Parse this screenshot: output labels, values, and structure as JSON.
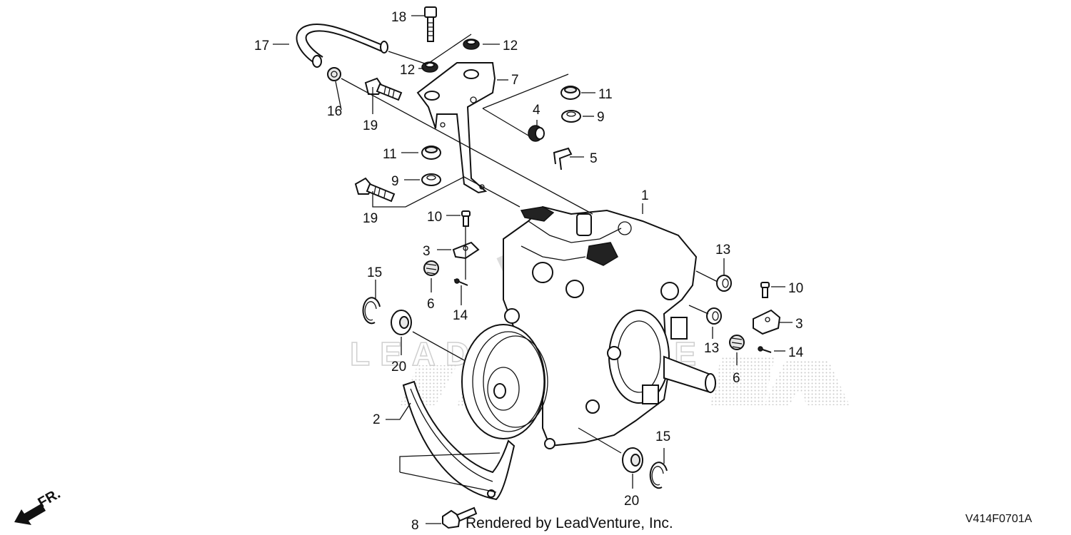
{
  "watermark": {
    "text": "LEADVENTURE",
    "brand": "HONDA"
  },
  "callouts": [
    {
      "id": "c18a",
      "text": "18"
    },
    {
      "id": "c17",
      "text": "17"
    },
    {
      "id": "c12a",
      "text": "12"
    },
    {
      "id": "c12b",
      "text": "12"
    },
    {
      "id": "c7",
      "text": "7"
    },
    {
      "id": "c16",
      "text": "16"
    },
    {
      "id": "c19a",
      "text": "19"
    },
    {
      "id": "c11a",
      "text": "11"
    },
    {
      "id": "c9a",
      "text": "9"
    },
    {
      "id": "c4",
      "text": "4"
    },
    {
      "id": "c5",
      "text": "5"
    },
    {
      "id": "c11b",
      "text": "11"
    },
    {
      "id": "c9b",
      "text": "9"
    },
    {
      "id": "c19b",
      "text": "19"
    },
    {
      "id": "c10a",
      "text": "10"
    },
    {
      "id": "c1",
      "text": "1"
    },
    {
      "id": "c3a",
      "text": "3"
    },
    {
      "id": "c15a",
      "text": "15"
    },
    {
      "id": "c6a",
      "text": "6"
    },
    {
      "id": "c14a",
      "text": "14"
    },
    {
      "id": "c13a",
      "text": "13"
    },
    {
      "id": "c10b",
      "text": "10"
    },
    {
      "id": "c3b",
      "text": "3"
    },
    {
      "id": "c13b",
      "text": "13"
    },
    {
      "id": "c14b",
      "text": "14"
    },
    {
      "id": "c6b",
      "text": "6"
    },
    {
      "id": "c20a",
      "text": "20"
    },
    {
      "id": "c2",
      "text": "2"
    },
    {
      "id": "c15b",
      "text": "15"
    },
    {
      "id": "c20b",
      "text": "20"
    },
    {
      "id": "c8",
      "text": "8"
    }
  ],
  "footer": {
    "rendered_by": "Rendered by LeadVenture, Inc.",
    "diagram_code": "V414F0701A",
    "front_marker": "FR."
  }
}
